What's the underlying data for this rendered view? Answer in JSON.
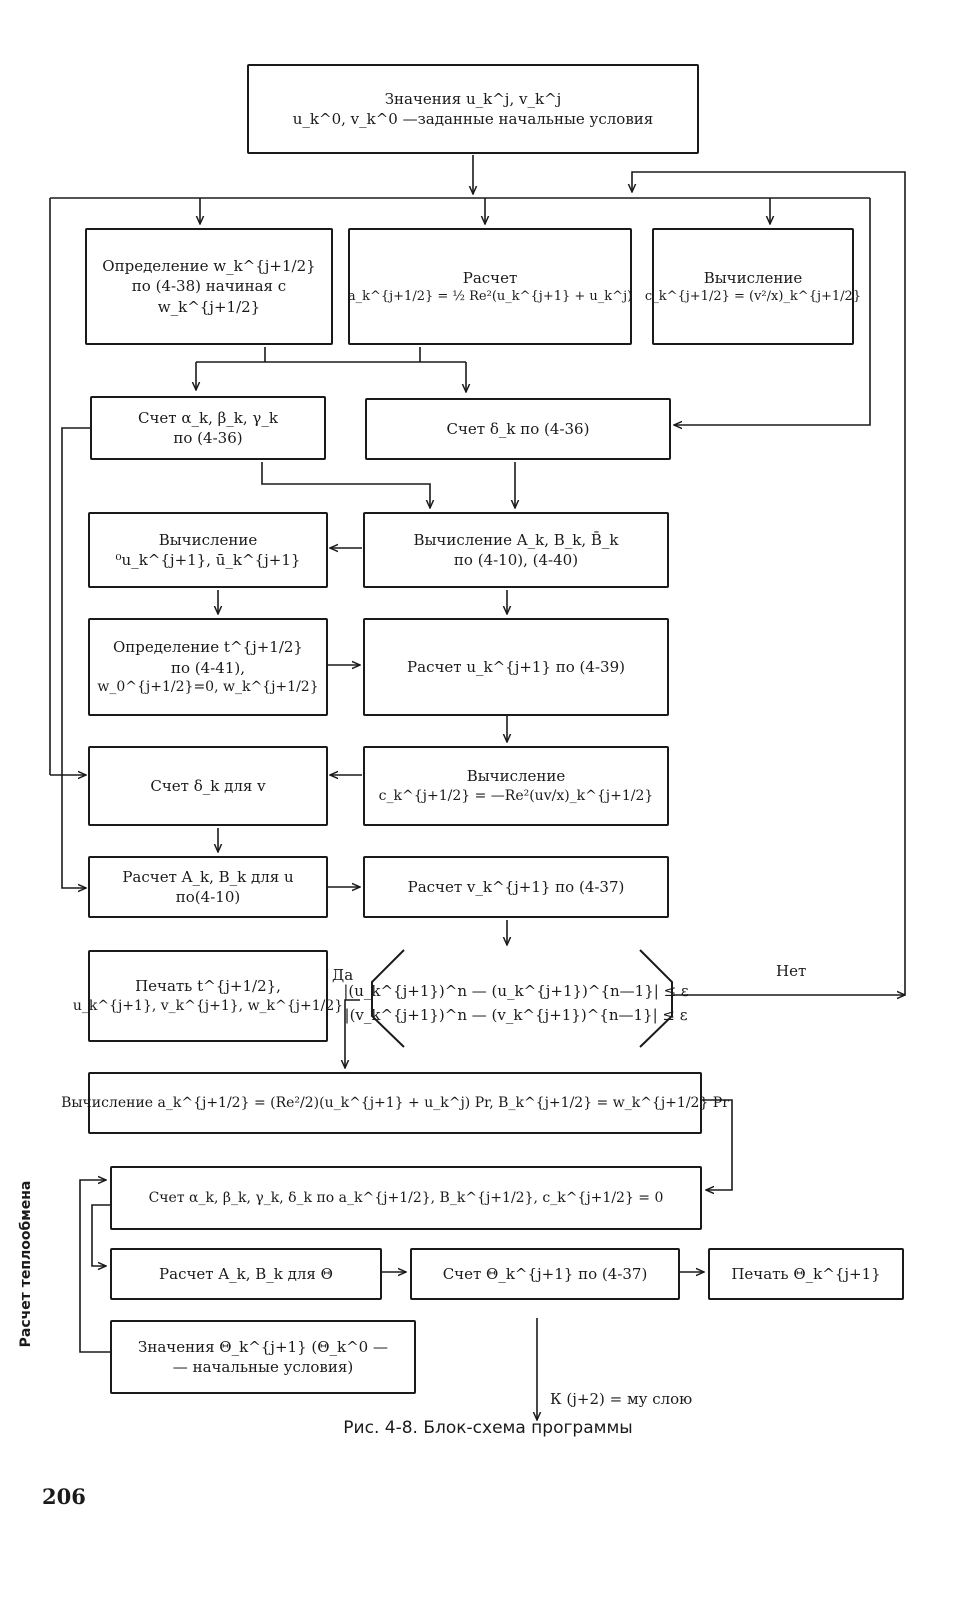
{
  "blocks": {
    "initial_values": [
      "Значения  u_k^j, v_k^j",
      "u_k^0, v_k^0 —заданные начальные условия"
    ],
    "determine_w": [
      "Определение w_k^{j+1/2}",
      "по (4-38) начиная с",
      "w_k^{j+1/2}"
    ],
    "calc_a": [
      "Расчет",
      "a_k^{j+1/2} = ½ Re²(u_k^{j+1} + u_k^j)"
    ],
    "compute_c": [
      "Вычисление",
      "c_k^{j+1/2} = (v²/x)_k^{j+1/2}"
    ],
    "count_alpha": [
      "Счет α_k, β_k, γ_k",
      "по (4-36)"
    ],
    "count_delta": [
      "Счет δ_k по (4-36)"
    ],
    "compute_u0": [
      "Вычисление",
      "⁰u_k^{j+1},  ū_k^{j+1}"
    ],
    "compute_AB": [
      "Вычисление A_k, B_k, B̄_k",
      "по (4-10), (4-40)"
    ],
    "determine_t": [
      "Определение t^{j+1/2}",
      "по (4-41),",
      "w_0^{j+1/2}=0,  w_k^{j+1/2}"
    ],
    "calc_u": [
      "Расчет u_k^{j+1} по (4-39)"
    ],
    "count_delta_v": [
      "Счет δ_k для v"
    ],
    "compute_c2": [
      "Вычисление",
      "c_k^{j+1/2} = —Re²(uv/x)_k^{j+1/2}"
    ],
    "calc_AB_u": [
      "Расчет A_k, B_k для u",
      "по(4-10)"
    ],
    "calc_v": [
      "Расчет v_k^{j+1} по (4-37)"
    ],
    "print_results": [
      "Печать t^{j+1/2},",
      "u_k^{j+1}, v_k^{j+1}, w_k^{j+1/2}"
    ],
    "convergence": [
      "|(u_k^{j+1})^n — (u_k^{j+1})^{n—1}| ≤ ε",
      "|(v_k^{j+1})^n — (v_k^{j+1})^{n—1}| ≤ ε"
    ],
    "compute_aB": [
      "Вычисление  a_k^{j+1/2} = (Re²/2)(u_k^{j+1} + u_k^j) Pr,  B_k^{j+1/2} = w_k^{j+1/2} Pr"
    ],
    "count_alpha_theta": [
      "Счет α_k, β_k, γ_k, δ_k по a_k^{j+1/2}, B_k^{j+1/2}, c_k^{j+1/2} = 0"
    ],
    "calc_AB_theta": [
      "Расчет A_k, B_k для Θ"
    ],
    "count_theta": [
      "Счет Θ_k^{j+1} по (4-37)"
    ],
    "print_theta": [
      "Печать Θ_k^{j+1}"
    ],
    "theta_values": [
      "Значения Θ_k^{j+1} (Θ_k^0 —",
      "— начальные условия)"
    ]
  },
  "labels": {
    "yes": "Да",
    "no": "Нет",
    "next_layer": "К (j+2) = му слою",
    "heat_exchange": "Расчет теплообмена"
  },
  "caption": "Рис. 4-8. Блок-схема программы",
  "page_number": "206"
}
